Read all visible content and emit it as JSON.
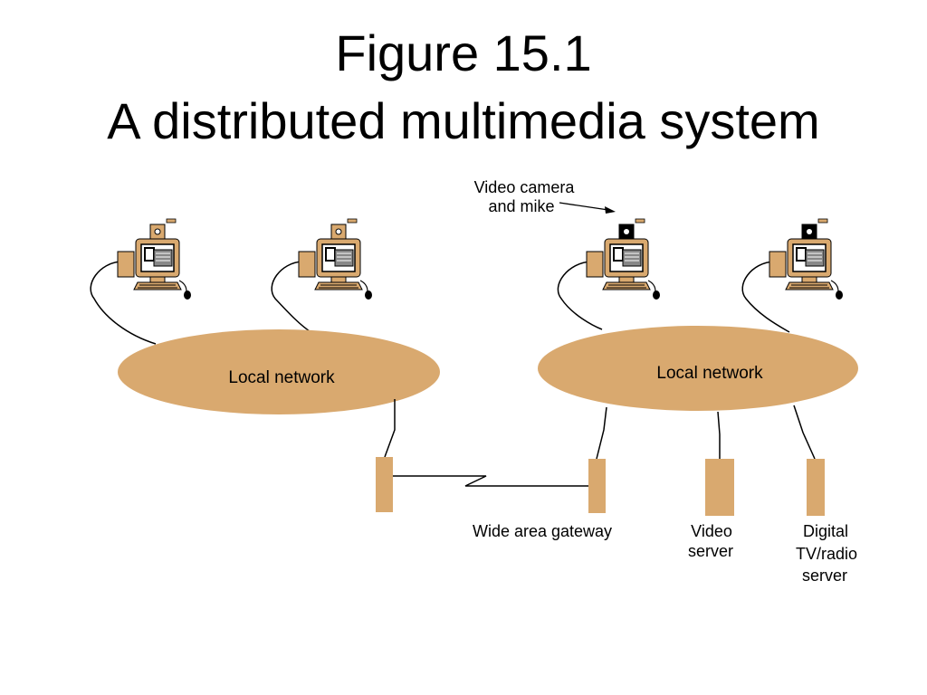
{
  "title": {
    "line1": "Figure 15.1",
    "line2": "A distributed multimedia system"
  },
  "networks": {
    "left_label": "Local network",
    "right_label": "Local network"
  },
  "labels": {
    "camera_line1": "Video camera",
    "camera_line2": "and mike",
    "gateway": "Wide area gateway",
    "video_server_line1": "Video",
    "video_server_line2": "server",
    "tv_server_line1": "Digital",
    "tv_server_line2": "TV/radio",
    "tv_server_line3": "server"
  },
  "colors": {
    "node_fill": "#d9a96f",
    "line": "#000000",
    "background": "#ffffff"
  },
  "icons": [
    "workstation-icon",
    "video-camera-icon",
    "mouse-icon"
  ]
}
